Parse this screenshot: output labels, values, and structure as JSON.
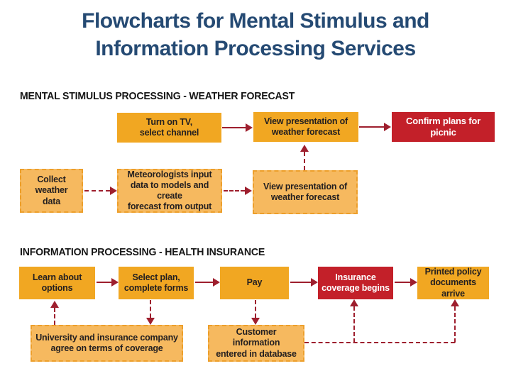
{
  "title": {
    "line1": "Flowcharts for Mental Stimulus and",
    "line2": "Information Processing Services"
  },
  "sections": [
    {
      "header": "MENTAL STIMULUS PROCESSING - WEATHER FORECAST",
      "nodes": {
        "turn_on_tv": "Turn on TV,\nselect channel",
        "view_presentation_top": "View presentation of\nweather forecast",
        "confirm_plans": "Confirm plans for picnic",
        "collect_weather": "Collect\nweather\ndata",
        "meteorologists": "Meteorologists input\ndata to models and create\nforecast from output",
        "view_presentation_bottom": "View presentation of\nweather forecast"
      }
    },
    {
      "header": "INFORMATION PROCESSING - HEALTH INSURANCE",
      "nodes": {
        "learn_about": "Learn about\noptions",
        "select_plan": "Select plan,\ncomplete forms",
        "pay": "Pay",
        "insurance_begins": "Insurance\ncoverage begins",
        "printed_policy": "Printed policy\ndocuments arrive",
        "university_agree": "University and insurance company\nagree on terms of coverage",
        "customer_info": "Customer information\nentered in database"
      }
    }
  ],
  "colors": {
    "title_text": "#254a73",
    "solid_box": "#f1a722",
    "dashed_box_fill": "#f6b95f",
    "dashed_box_border": "#ed9f2b",
    "red_box": "#c32029",
    "arrow": "#9e1f2e",
    "header_text": "#161616"
  }
}
